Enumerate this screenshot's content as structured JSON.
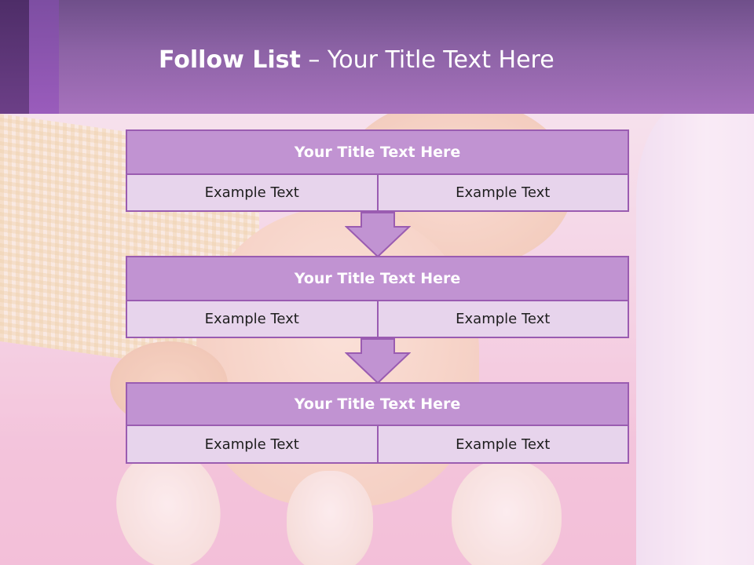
{
  "title": {
    "bold": "Follow List",
    "rest": " – Your Title Text Here"
  },
  "colors": {
    "header": "#a772bd",
    "block_title": "#c193d2",
    "block_cell": "#e7d4ec",
    "border": "#9a5cb1"
  },
  "flow": [
    {
      "title": "Your Title Text Here",
      "cells": [
        "Example Text",
        "Example Text"
      ]
    },
    {
      "title": "Your Title Text Here",
      "cells": [
        "Example Text",
        "Example Text"
      ]
    },
    {
      "title": "Your Title Text Here",
      "cells": [
        "Example Text",
        "Example Text"
      ]
    }
  ],
  "icons": {
    "arrow": "down-arrow-icon"
  }
}
